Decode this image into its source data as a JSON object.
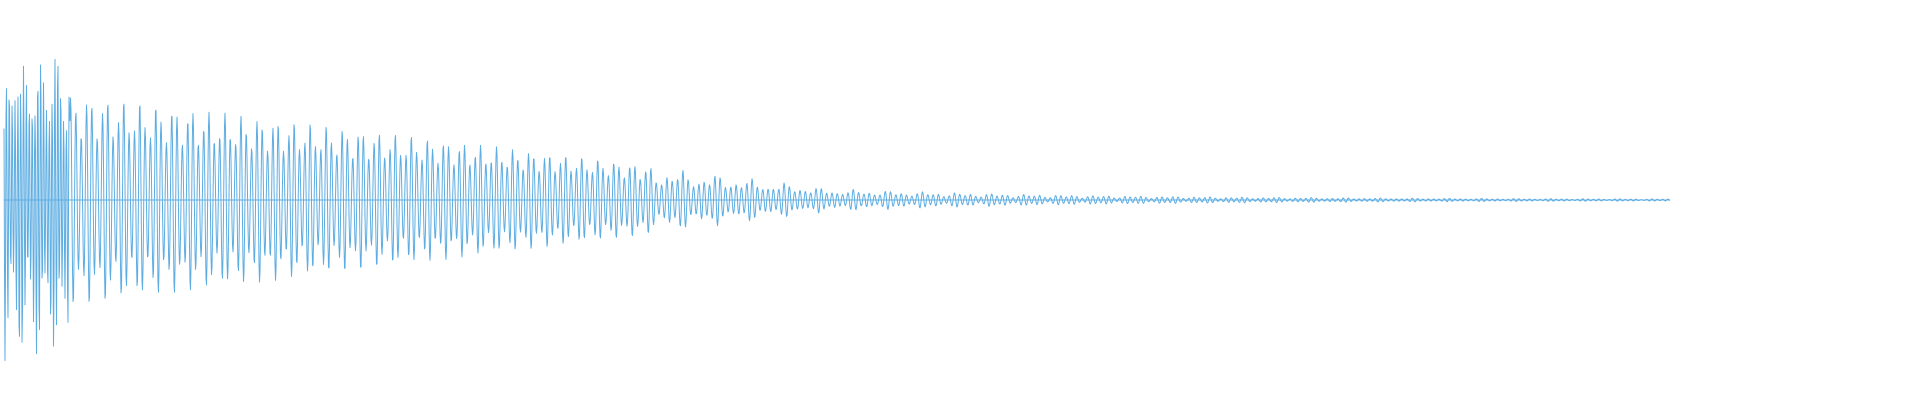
{
  "waveform": {
    "color": "#5dade2",
    "background": "#ffffff",
    "peak_level": 0.86,
    "sound_extent": 0.87,
    "shape": "decaying oscillation"
  }
}
